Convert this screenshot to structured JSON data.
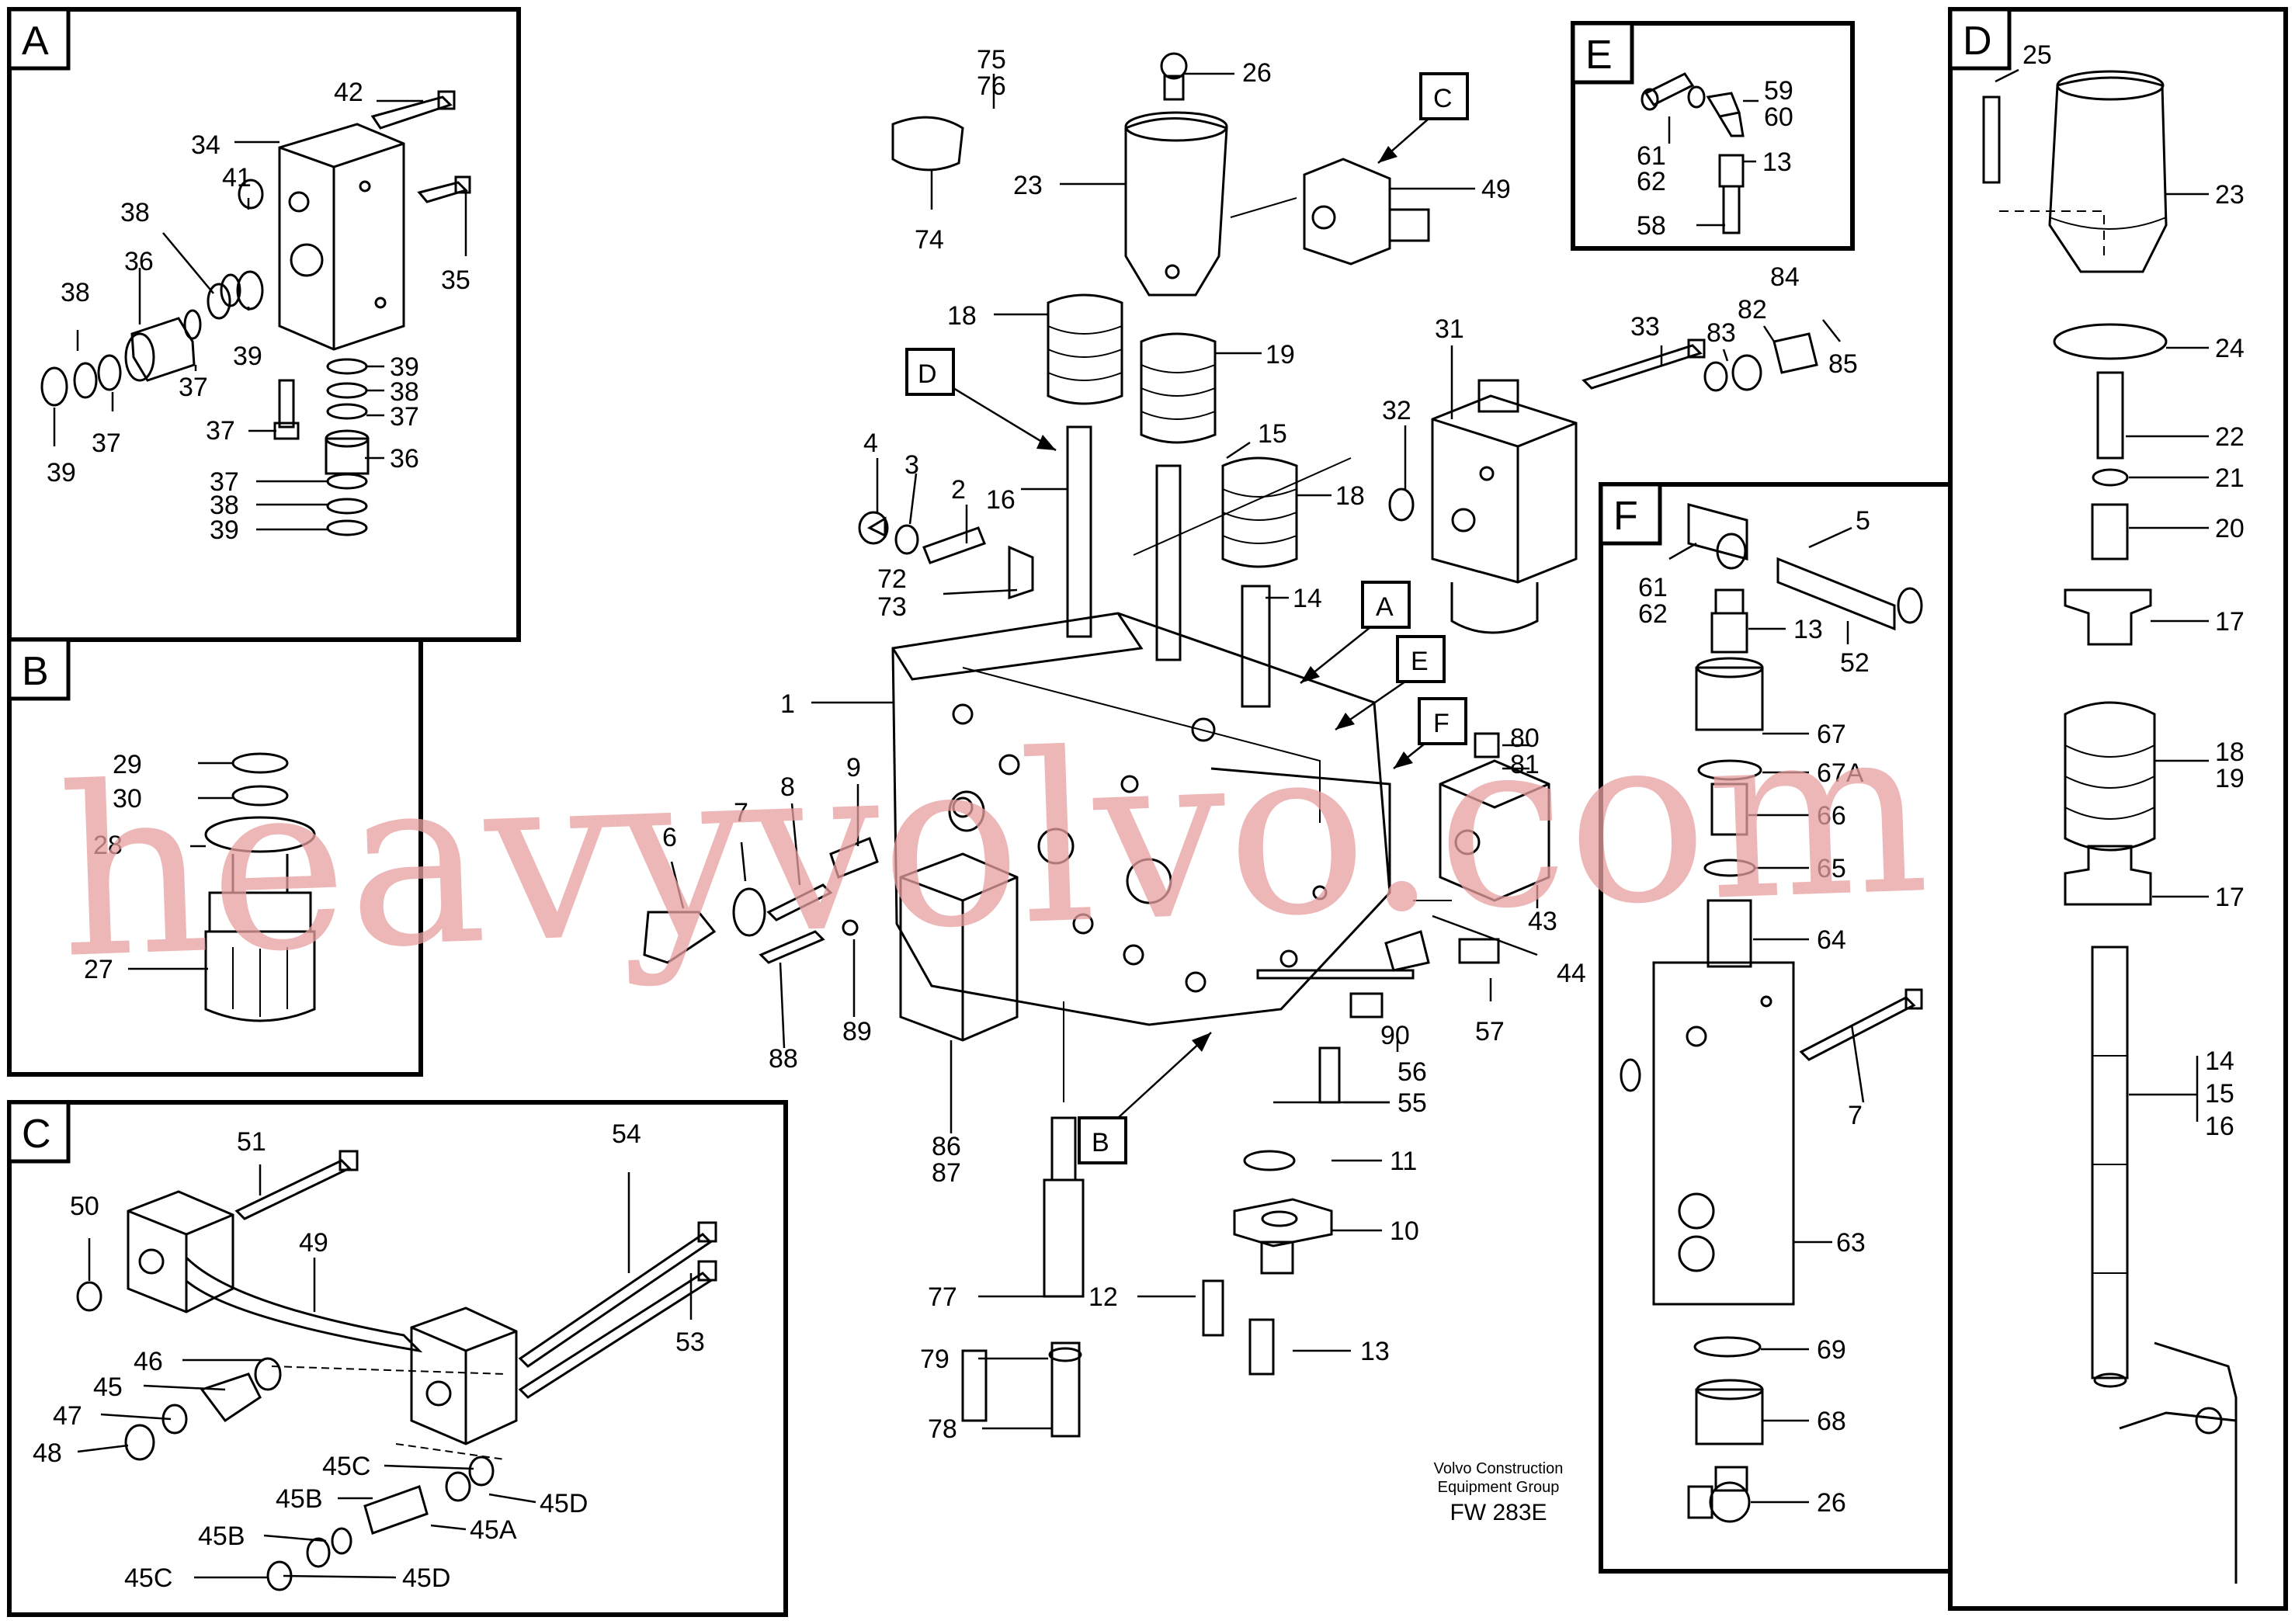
{
  "credit": {
    "line1": "Volvo Construction",
    "line2": "Equipment Group",
    "code": "FW 283E"
  },
  "watermark": "heavyvolvo.com",
  "panels": {
    "A": "A",
    "B": "B",
    "C": "C",
    "D": "D",
    "E": "E",
    "F": "F"
  },
  "callouts": {
    "A": "A",
    "B": "B",
    "C": "C",
    "D": "D",
    "E": "E",
    "F": "F"
  },
  "labels": {
    "pA": [
      "42",
      "34",
      "41",
      "35",
      "38",
      "38",
      "36",
      "39",
      "37",
      "37",
      "39",
      "39",
      "38",
      "37",
      "37",
      "36",
      "37",
      "38",
      "39"
    ],
    "pB": [
      "29",
      "30",
      "28",
      "27"
    ],
    "pC": [
      "51",
      "54",
      "50",
      "49",
      "53",
      "46",
      "45",
      "47",
      "48",
      "45C",
      "45B",
      "45D",
      "45B",
      "45A",
      "45C",
      "45D"
    ],
    "pE": [
      "59",
      "60",
      "61",
      "62",
      "13",
      "58"
    ],
    "pF": [
      "5",
      "61",
      "62",
      "13",
      "52",
      "67",
      "67A",
      "66",
      "65",
      "64",
      "7",
      "63",
      "69",
      "68",
      "26"
    ],
    "pD": [
      "25",
      "23",
      "24",
      "22",
      "21",
      "20",
      "17",
      "18",
      "19",
      "17",
      "14",
      "15",
      "16"
    ],
    "main": [
      "75",
      "76",
      "26",
      "74",
      "23",
      "49",
      "18",
      "19",
      "15",
      "18",
      "31",
      "33",
      "83",
      "82",
      "84",
      "85",
      "32",
      "4",
      "3",
      "2",
      "16",
      "72",
      "73",
      "14",
      "1",
      "9",
      "8",
      "7",
      "6",
      "80",
      "81",
      "43",
      "44",
      "57",
      "90",
      "56",
      "55",
      "88",
      "89",
      "86",
      "87",
      "11",
      "10",
      "12",
      "13",
      "77",
      "79",
      "78"
    ]
  }
}
